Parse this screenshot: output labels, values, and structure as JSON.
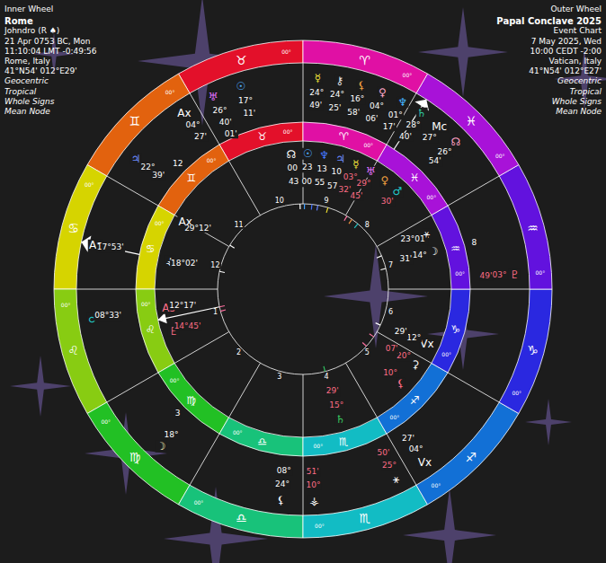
{
  "diagram": {
    "labels": [
      "Inner Wheel",
      "Rome",
      "Johndro (R ♠)",
      "21 Apr 0753 BC, Mon",
      "11:10:04  LMT  -0:49:56",
      "Rome, Italy",
      "41°N54' 012°E29'",
      "Geocentric",
      "Tropical",
      "Whole Signs",
      "Mean Node",
      "Outer Wheel",
      "Papal Conclave 2025",
      "Event Chart",
      "7 May 2025, Wed",
      "10:00  CEDT -2:00",
      "Vatican, Italy",
      "41°N54' 012°E27'",
      "Geocentric",
      "Tropical",
      "Whole Signs",
      "Mean Node",
      "☿",
      "24°",
      "49'",
      "⚷",
      "24°",
      "25'",
      "⚸",
      "16°",
      "58'",
      "♀",
      "04°",
      "06'",
      "♆",
      "01°",
      "17'",
      "♄",
      "28°",
      "40'",
      "Mc",
      "27°",
      "☊",
      "26°",
      "54'",
      "♇",
      "03°",
      "49'",
      "Vx",
      "04°",
      "27'",
      "⚹",
      "25°",
      "50'",
      "⚶",
      "10°",
      "51'",
      "⚸",
      "24°",
      "08°",
      "☽",
      "18°",
      "♂",
      "08°33'",
      "As",
      "17°53'",
      "♃",
      "22°",
      "39'",
      "Ax",
      "04°",
      "27'",
      "♅",
      "26°",
      "40'",
      "01'",
      "☉",
      "17°",
      "11'",
      "12",
      "3",
      "8",
      "☊",
      "00",
      "43",
      "☉",
      "23",
      "00",
      "♆",
      "13",
      "55",
      "♃",
      "10",
      "57",
      "☿",
      "03°",
      "32'",
      "♅",
      "29°",
      "45'",
      "♀",
      "♂",
      "30'",
      "⚹",
      "23°01'",
      "☽",
      "14°",
      "31'",
      "Vx",
      "12°",
      "29'",
      "⚳",
      "20°",
      "07'",
      "⚸",
      "10°",
      "♄",
      "15°",
      "29'",
      "As",
      "12°17'",
      "♇",
      "14°45'",
      "⚶",
      "18°02'",
      "Ax",
      "29°12'",
      "1",
      "2",
      "3",
      "4",
      "5",
      "6",
      "7",
      "8",
      "9",
      "10",
      "11",
      "12",
      "♈",
      "♉",
      "♊",
      "♋",
      "♌",
      "♍",
      "♎",
      "♏",
      "♐",
      "♑",
      "♒",
      "♓",
      "♈",
      "♉",
      "♊",
      "♋",
      "♌",
      "♍",
      "♎",
      "♏",
      "♐",
      "♑",
      "♒",
      "♓",
      "00°",
      "00°",
      "00°",
      "00°",
      "00°",
      "00°",
      "00°",
      "00°",
      "00°",
      "00°",
      "00°",
      "00°",
      "00°",
      "00°",
      "00°",
      "00°",
      "00°",
      "00°",
      "00°",
      "00°",
      "00°",
      "00°",
      "00°",
      "00°"
    ]
  }
}
